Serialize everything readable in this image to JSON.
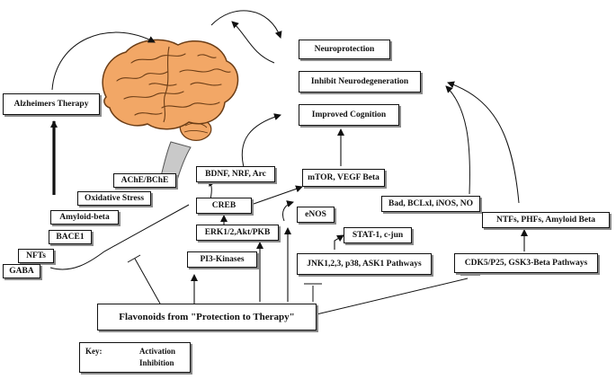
{
  "nodes": {
    "neuroprotection": "Neuroprotection",
    "inhibit_neurodegeneration": "Inhibit Neurodegeneration",
    "improved_cognition": "Improved Cognition",
    "alzheimers_therapy": "Alzheimers Therapy",
    "ache_bche": "AChE/BChE",
    "oxidative_stress": "Oxidative Stress",
    "amyloid_beta": "Amyloid-beta",
    "bace1": "BACE1",
    "nfts": "NFTs",
    "gaba": "GABA",
    "bdnf": "BDNF, NRF, Arc",
    "creb": "CREB",
    "mtor": "mTOR, VEGF Beta",
    "enos": "eNOS",
    "erk": "ERK1/2,Akt/PKB",
    "pi3": "PI3-Kinases",
    "stat1": "STAT-1, c-jun",
    "bad": "Bad, BCLxl, iNOS, NO",
    "jnk": "JNK1,2,3, p38, ASK1 Pathways",
    "ntfs": "NTFs, PHFs, Amyloid Beta",
    "cdk5": "CDK5/P25, GSK3-Beta Pathways",
    "flavonoids": "Flavonoids from \"Protection to Therapy\""
  },
  "legend": {
    "key": "Key:",
    "activation": "Activation",
    "inhibition": "Inhibition"
  },
  "colors": {
    "brain": "#f2a766",
    "brain_outline": "#6b3d16",
    "brainstem": "#c9c9c9",
    "line": "#111111"
  }
}
